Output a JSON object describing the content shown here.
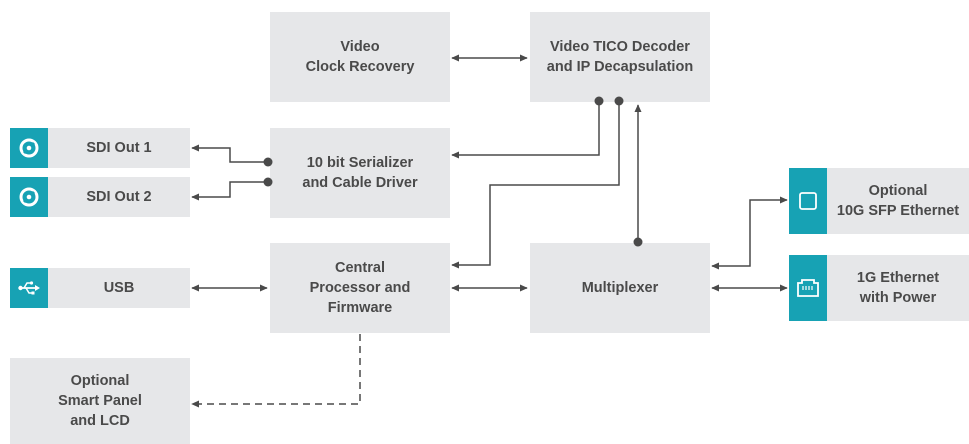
{
  "blocks": {
    "video_clock_recovery": "Video\nClock Recovery",
    "tico_decoder": "Video TICO Decoder\nand IP Decapsulation",
    "serializer": "10 bit Serializer\nand Cable Driver",
    "central_processor": "Central\nProcessor and\nFirmware",
    "multiplexer": "Multiplexer",
    "smart_panel": "Optional\nSmart Panel\nand LCD"
  },
  "ports": {
    "sdi_out_1": {
      "label": "SDI Out 1",
      "icon": "bnc-connector-icon"
    },
    "sdi_out_2": {
      "label": "SDI Out 2",
      "icon": "bnc-connector-icon"
    },
    "usb": {
      "label": "USB",
      "icon": "usb-icon"
    },
    "sfp": {
      "label": "Optional\n10G SFP Ethernet",
      "icon": "sfp-port-icon"
    },
    "ethernet": {
      "label": "1G Ethernet\nwith Power",
      "icon": "rj45-port-icon"
    }
  },
  "colors": {
    "block_fill": "#e6e7e9",
    "port_tab": "#17a2b4",
    "text": "#4a4a4a",
    "line": "#4a4a4a"
  }
}
